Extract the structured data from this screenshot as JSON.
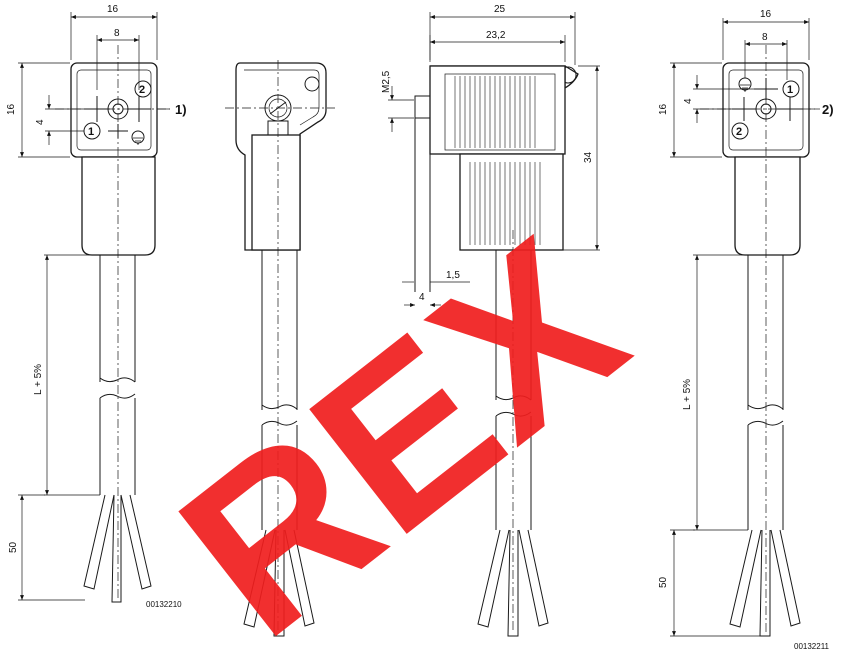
{
  "dims": {
    "width_16": "16",
    "width_8": "8",
    "height_16": "16",
    "pitch_4": "4",
    "length": "L + 5%",
    "strip_50": "50",
    "width_25": "25",
    "width_23_2": "23,2",
    "thread": "M2,5",
    "height_34": "34",
    "gap_1_5": "1,5",
    "gap_4": "4"
  },
  "callouts": {
    "ref1": "1)",
    "ref2": "2)",
    "pin1": "1",
    "pin2": "2"
  },
  "drawing_codes": {
    "left": "00132210",
    "right": "00132211"
  },
  "watermark": {
    "text": "REX",
    "color": "#f01e1e"
  }
}
